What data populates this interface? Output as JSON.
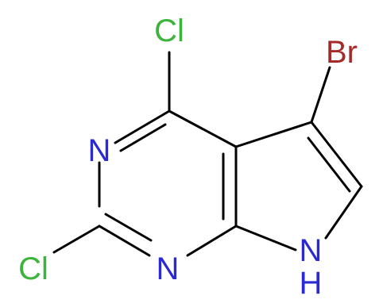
{
  "molecule": {
    "atoms": {
      "cl_top": "Cl",
      "br": "Br",
      "n3": "N",
      "cl_bottom": "Cl",
      "n1": "N",
      "nh_n": "N",
      "nh_h": "H"
    },
    "colors": {
      "bond": "#000000",
      "chlorine": "#3cb43c",
      "bromine": "#a52a2a",
      "nitrogen": "#2a2ad0"
    }
  }
}
